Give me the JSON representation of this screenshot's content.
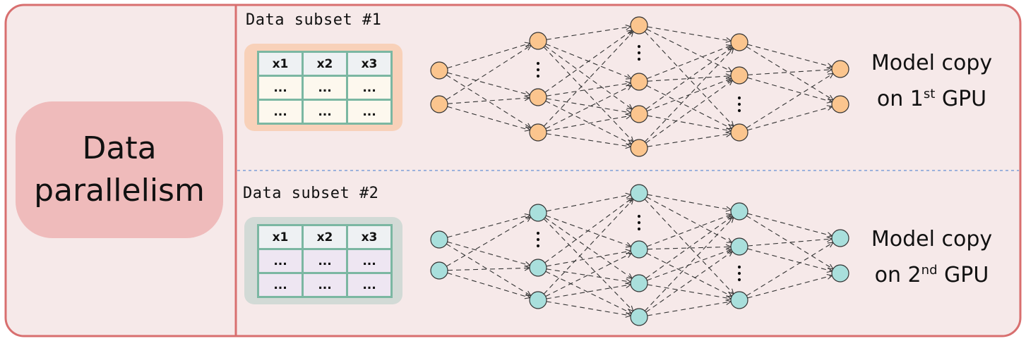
{
  "title": {
    "line1": "Data",
    "line2": "parallelism"
  },
  "panels": [
    {
      "subset_title": "Data subset #1",
      "table": {
        "headers": [
          "x1",
          "x2",
          "x3"
        ],
        "rows": [
          [
            "...",
            "...",
            "..."
          ],
          [
            "...",
            "...",
            "..."
          ]
        ]
      },
      "caption": {
        "line1": "Model copy",
        "line2_prefix": "on 1",
        "superscript": "st",
        "line2_suffix": " GPU"
      },
      "node_color": "#fbc58e",
      "blob_color": "#f8d1b9",
      "row_color": "#fdf8ee"
    },
    {
      "subset_title": "Data subset #2",
      "table": {
        "headers": [
          "x1",
          "x2",
          "x3"
        ],
        "rows": [
          [
            "...",
            "...",
            "..."
          ],
          [
            "...",
            "...",
            "..."
          ]
        ]
      },
      "caption": {
        "line1": "Model copy",
        "line2_prefix": "on 2",
        "superscript": "nd",
        "line2_suffix": " GPU"
      },
      "node_color": "#a9dfdc",
      "blob_color": "#d2dad6",
      "row_color": "#eee6f2"
    }
  ],
  "colors": {
    "background": "#f6e9e9",
    "border": "#d86f6f",
    "divider": "#7f9fd8",
    "title_box": "#efbbbb",
    "table_grid": "#7bb7a2",
    "header_cell": "#eef1f3"
  },
  "network": {
    "layers": [
      {
        "nodes": 2,
        "ellipsis": false
      },
      {
        "nodes": 3,
        "ellipsis": true
      },
      {
        "nodes": 4,
        "ellipsis": true
      },
      {
        "nodes": 3,
        "ellipsis": true
      },
      {
        "nodes": 2,
        "ellipsis": false
      }
    ]
  }
}
